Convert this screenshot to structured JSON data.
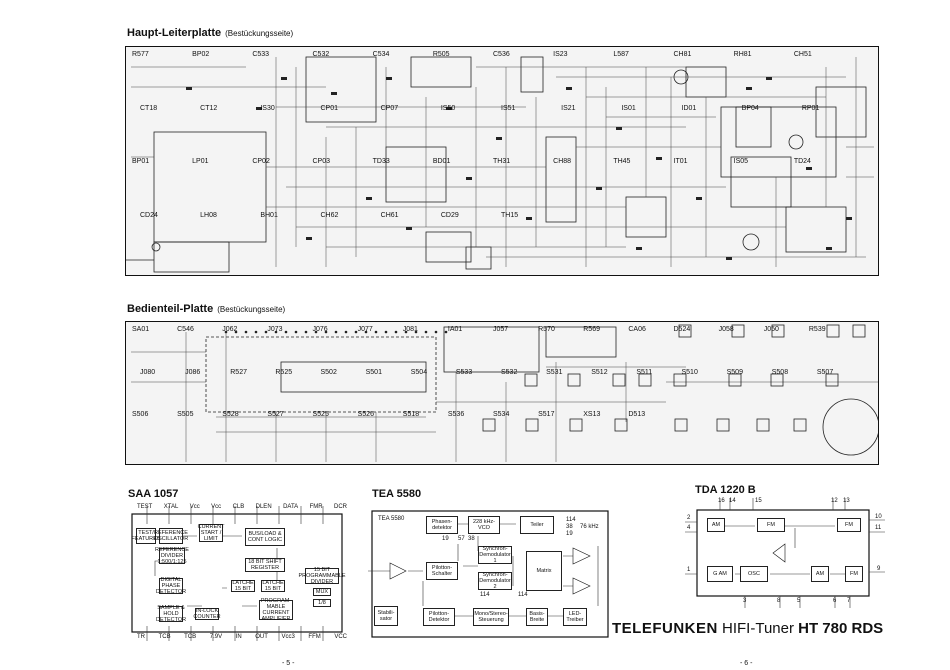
{
  "boards": {
    "main": {
      "title": "Haupt-Leiterplatte",
      "subtitle": "(Bestückungsseite)"
    },
    "panel": {
      "title": "Bedienteil-Platte",
      "subtitle": "(Bestückungsseite)"
    }
  },
  "main_labels": [
    "R577",
    "BP02",
    "C533",
    "C532",
    "C534",
    "R505",
    "C536",
    "IS23",
    "L587",
    "CH81",
    "RH81",
    "CH51",
    "CT18",
    "CT12",
    "IS30",
    "CP01",
    "CP07",
    "IS50",
    "IS51",
    "IS21",
    "IS01",
    "ID01",
    "BP04",
    "RP01",
    "BP01",
    "LP01",
    "CP02",
    "CP03",
    "TD33",
    "BD01",
    "TH31",
    "CH88",
    "TH45",
    "IT01",
    "IS05",
    "TD24",
    "CD24",
    "LH08",
    "BH01",
    "CH62",
    "CH61",
    "CD29",
    "TH15"
  ],
  "panel_labels": [
    "SA01",
    "C546",
    "J062",
    "J073",
    "J076",
    "J077",
    "J081",
    "IA01",
    "J057",
    "R570",
    "R569",
    "CA06",
    "D524",
    "J058",
    "J050",
    "R539",
    "J080",
    "J086",
    "R527",
    "R525",
    "S502",
    "S501",
    "S504",
    "S533",
    "S532",
    "S531",
    "S512",
    "S511",
    "S510",
    "S509",
    "S508",
    "S507",
    "S506",
    "S505",
    "S528",
    "S527",
    "S525",
    "S526",
    "S518",
    "S536",
    "S534",
    "S517",
    "XS13",
    "D513"
  ],
  "saa": {
    "title": "SAA 1057",
    "pins_top": [
      "TEST",
      "XTAL",
      "Vcc",
      "Vcc",
      "CLB",
      "DLEN",
      "DATA",
      "FMR",
      "DCR"
    ],
    "pins_bottom": [
      "TR",
      "TCB",
      "TCB",
      "7.9V",
      "IN",
      "OUT",
      "Vcc3",
      "FFM",
      "VCC"
    ],
    "blocks": {
      "test": "TEST/ FEATURES",
      "ref_osc": "REFERENCE OSCILLATOR",
      "current": "CURRENT START / LIMIT",
      "ref_div": "REFERENCE DIVIDER 1:500/1:125",
      "busload": "BUS/LOAD & CONT LOGIC",
      "shift": "18 BIT SHIFT REGISTER",
      "digital": "DIGITAL PHASE DETECTOR",
      "latch1": "LATCHE 15 BIT",
      "latch2": "LATCHE 15 BIT",
      "progdiv": "15 BIT PROGRAMMABLE DIVIDER",
      "mux": "MUX",
      "div": "1/8",
      "samplehold": "SAMPLE & HOLD DETECTOR",
      "inlock": "IN-LOCK COUNTER",
      "progamp": "PROGRAM- MABLE CURRENT AMPLIFIER"
    }
  },
  "tea": {
    "title": "TEA 5580",
    "inner": "TEA 5580",
    "blocks": {
      "phase": "Phasen- detektor",
      "vco": "228 kHz- VCO",
      "teiler": "Teiler",
      "sync1": "Synchron- Demodulator 1",
      "sync2": "Synchron- Demodulator 2",
      "piloton": "Pilotton- Schalter",
      "matrix": "Matrix",
      "stabil": "Stabili- sator",
      "pilotdet": "Pilotton- Detektor",
      "mono": "Mono/Stereo- Steuerung",
      "basis": "Basis- Breite",
      "led": "LED- Treiber"
    },
    "freq_labels": [
      "114",
      "38",
      "19",
      "76 kHz"
    ],
    "pins": [
      "19",
      "57",
      "38",
      "114",
      "114"
    ]
  },
  "tda": {
    "title": "TDA 1220 B",
    "pins_top": [
      "16",
      "14",
      "15",
      "12",
      "13"
    ],
    "pins_left": [
      "2",
      "4",
      "1"
    ],
    "pins_right": [
      "10",
      "11",
      "9"
    ],
    "pins_bottom": [
      "3",
      "8",
      "5",
      "6",
      "7"
    ],
    "blocks": {
      "am1": "AM",
      "am2": "FM",
      "osc": "OSC",
      "g": "G AM",
      "am3": "AM",
      "fm": "FM"
    }
  },
  "brand": {
    "maker": "TELEFUNKEN",
    "product": "HIFI-Tuner",
    "model": "HT 780 RDS"
  },
  "pages": [
    "- 5 -",
    "- 6 -"
  ]
}
